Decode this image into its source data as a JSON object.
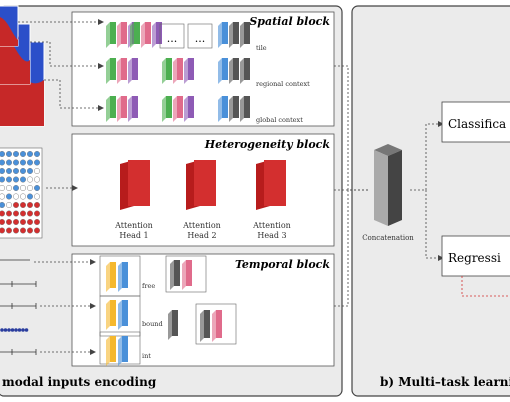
{
  "panel_a": {
    "caption": "modal inputs encoding",
    "spatial_block": {
      "title": "Spatial block",
      "rows": [
        "tile",
        "regional context",
        "global context"
      ],
      "ellipsis": "..."
    },
    "heterogeneity_block": {
      "title": "Heterogeneity block",
      "heads": [
        "Attention\nHead 1",
        "Attention\nHead 2",
        "Attention\nHead 3"
      ]
    },
    "temporal_block": {
      "title": "Temporal block",
      "rows": [
        "free",
        "bound",
        "int"
      ]
    }
  },
  "panel_b": {
    "caption": "b) Multi–task learnin",
    "concat_label": "Concatenation",
    "outputs": [
      "Classifica",
      "Regressi"
    ]
  },
  "colors": {
    "green": "#4caf50",
    "pink": "#e06b8b",
    "purple": "#8e5bb5",
    "blue": "#4a90d9",
    "gray": "#555555",
    "red": "#d32f2f",
    "yellow": "#f5b82e",
    "panel_bg": "#ebebeb"
  }
}
